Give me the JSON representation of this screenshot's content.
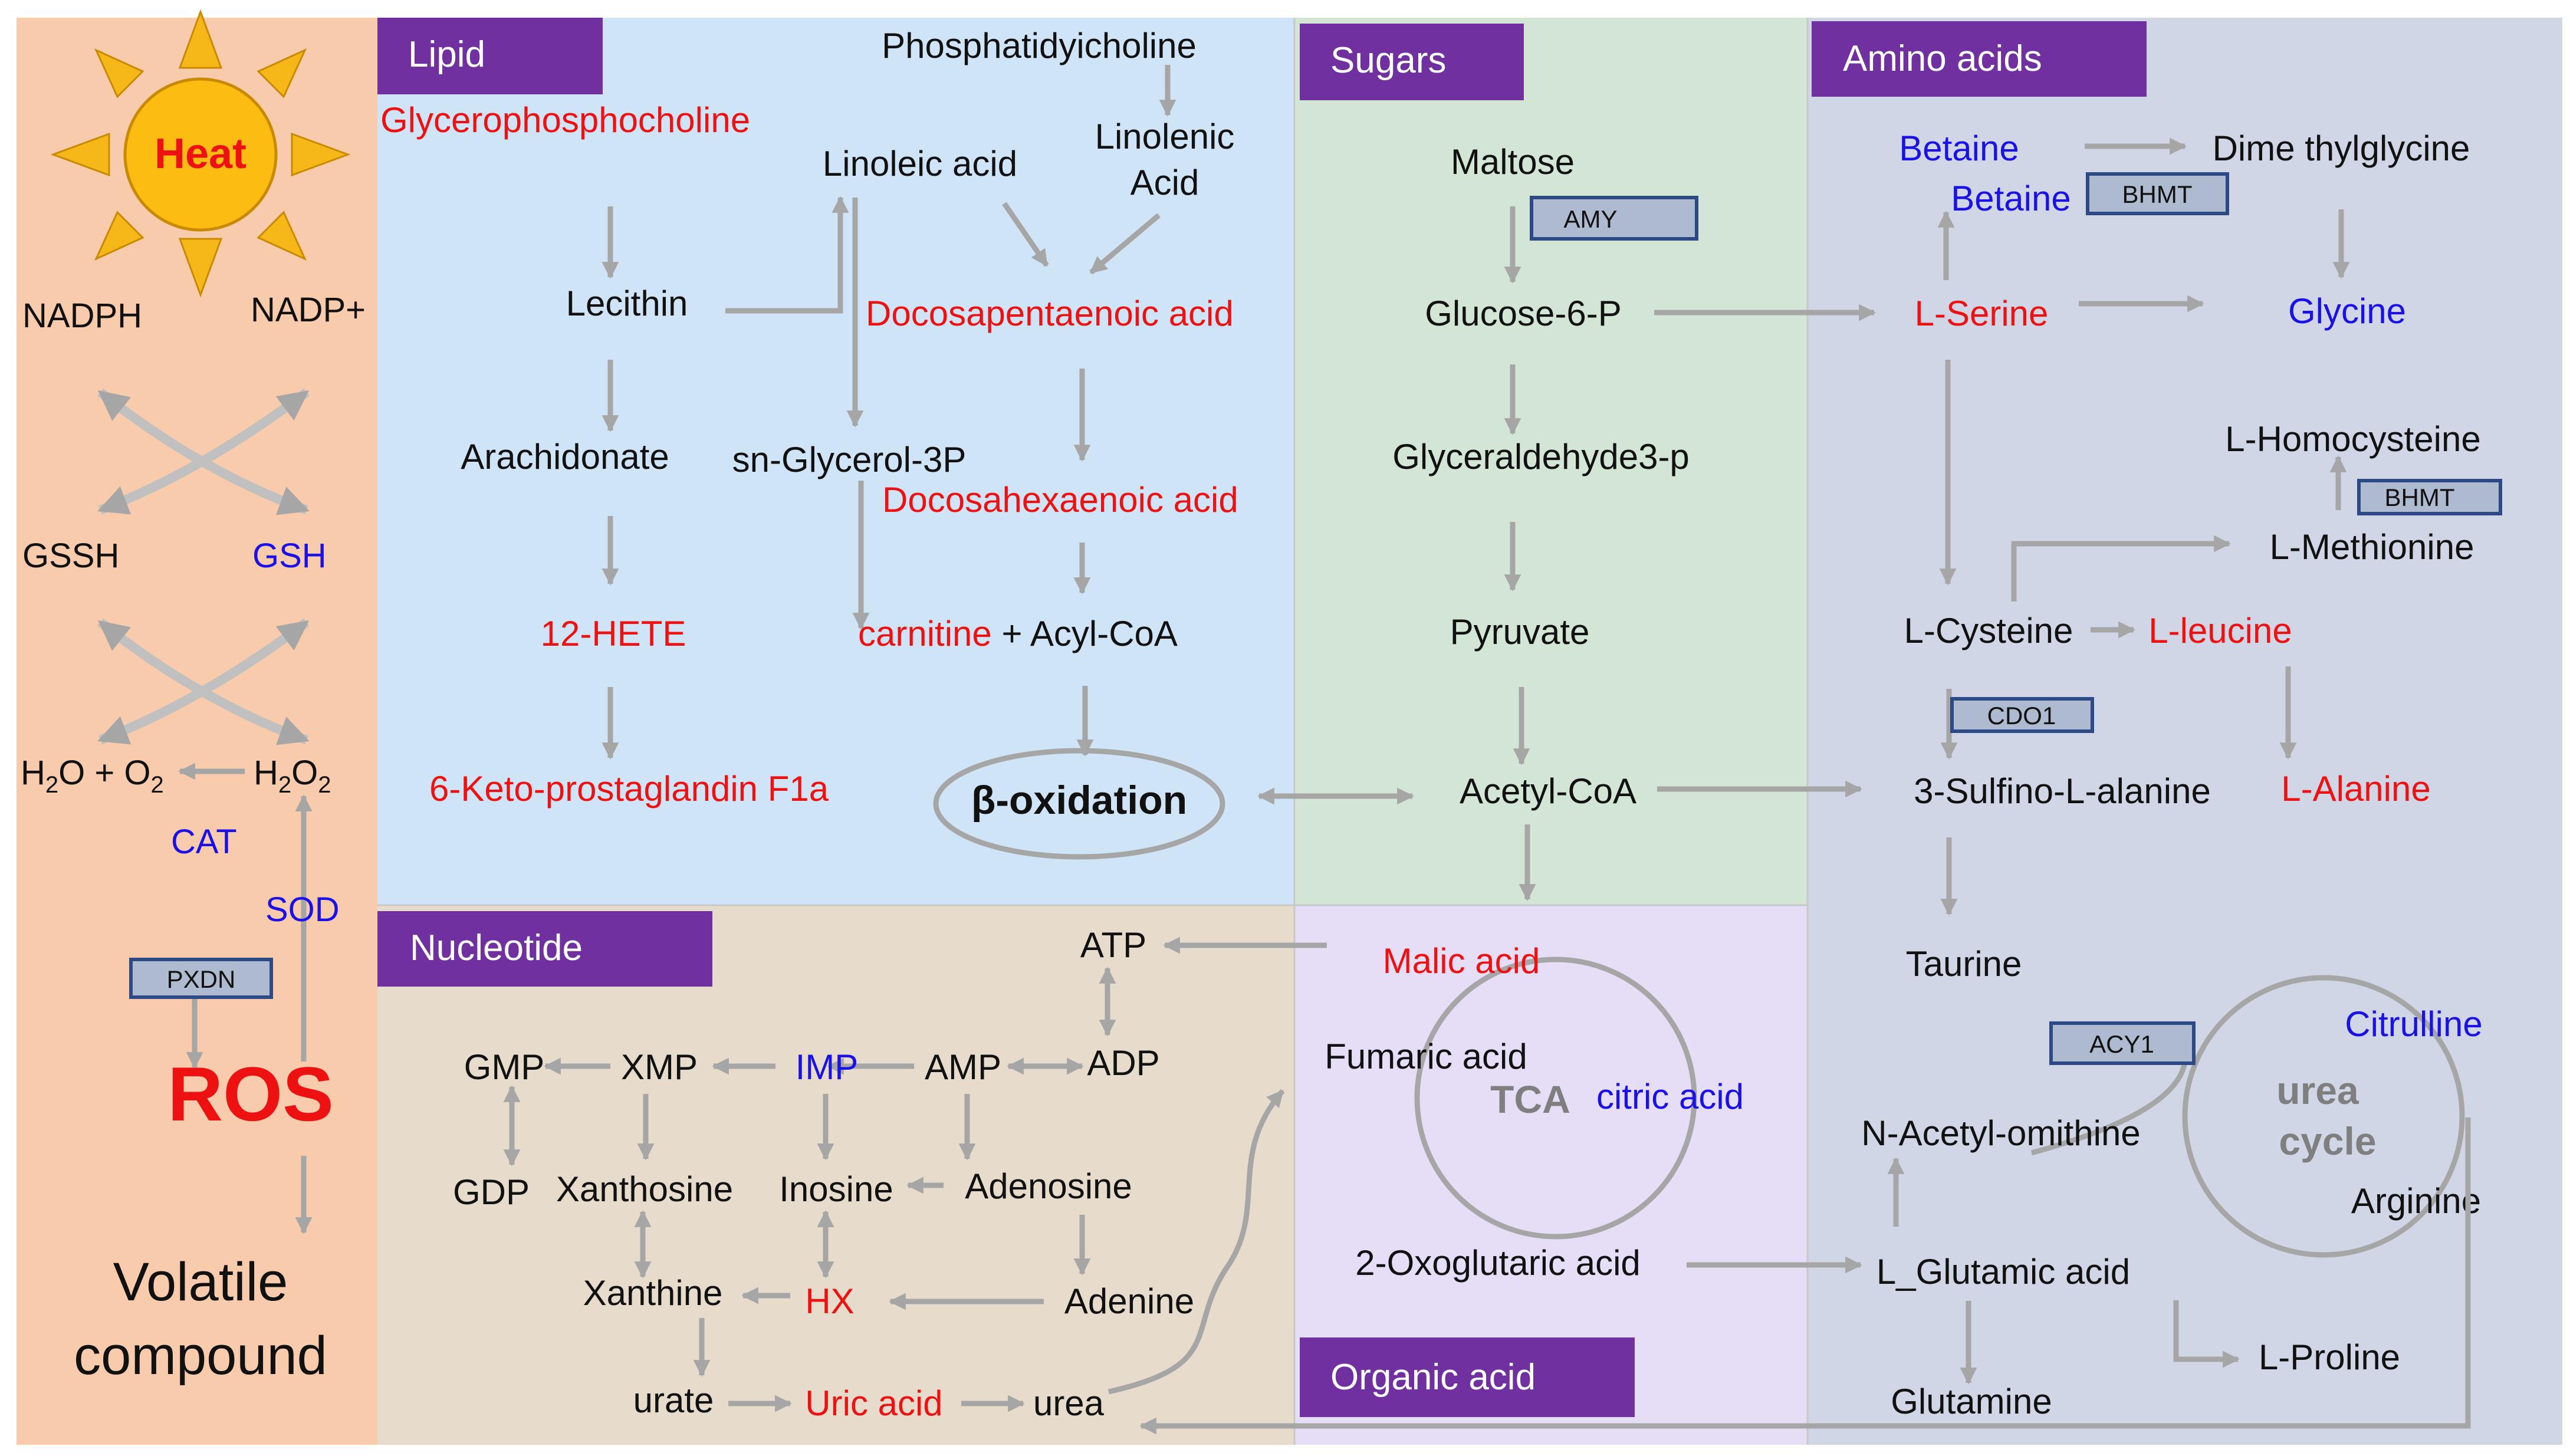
{
  "colors": {
    "redox_bg": "#f7cbab",
    "lipid_bg": "#cfe4f6",
    "sugars_bg": "#d3e6d5",
    "amino_bg": "#d0d6e5",
    "nucleotide_bg": "#e7dccb",
    "organic_bg": "#e6ddf6",
    "header_purple": "#7030a0",
    "red": "#ee1111",
    "blue": "#1a10e8",
    "black": "#111111",
    "arrow_gray": "#a6a6a6",
    "enzyme_fill": "#aebad0",
    "enzyme_border": "#2e4a86",
    "sun_fill": "#fcbc11",
    "sun_stroke": "#c98a00",
    "sun_ray": "#f6b819"
  },
  "sections": {
    "lipid": "Lipid",
    "sugars": "Sugars",
    "amino_acids": "Amino acids",
    "nucleotide": "Nucleotide",
    "organic_acid": "Organic acid"
  },
  "redox": {
    "heat": "Heat",
    "nadph": "NADPH",
    "nadp": "NADP+",
    "gssh": "GSSH",
    "gsh": "GSH",
    "h2o_o2": [
      "H",
      "2",
      "O + O",
      "2"
    ],
    "h2o2": [
      "H",
      "2",
      "O",
      "2"
    ],
    "cat": "CAT",
    "sod": "SOD",
    "pxdn": "PXDN",
    "ros": "ROS",
    "volatile_1": "Volatile",
    "volatile_2": "compound"
  },
  "lipid": {
    "glycerophosphocholine": "Glycerophosphocholine",
    "phosphatidylcholine": "Phosphatidyicholine",
    "linoleic_acid": "Linoleic acid",
    "linolenic_1": "Linolenic",
    "linolenic_2": "Acid",
    "lecithin": "Lecithin",
    "docosapentaenoic": "Docosapentaenoic acid",
    "arachidonate": "Arachidonate",
    "sn_glycerol": "sn-Glycerol-3P",
    "docosahexaenoic": "Docosahexaenoic acid",
    "hete": "12-HETE",
    "carnitine": "carnitine",
    "acyl_coa": " + Acyl-CoA",
    "keto_prostaglandin": "6-Keto-prostaglandin F1a",
    "beta_oxidation": "β-oxidation"
  },
  "sugars": {
    "maltose": "Maltose",
    "amy": "AMY",
    "glucose6p": "Glucose-6-P",
    "glyceraldehyde": "Glyceraldehyde3-p",
    "pyruvate": "Pyruvate",
    "acetyl_coa": "Acetyl-CoA"
  },
  "amino": {
    "betaine_top": "Betaine",
    "dimethylglycine": "Dime thylglycine",
    "betaine_2": "Betaine",
    "bhmt_1": "BHMT",
    "serine": "L-Serine",
    "glycine": "Glycine",
    "homocysteine": "L-Homocysteine",
    "bhmt_2": "BHMT",
    "methionine": "L-Methionine",
    "cysteine": "L-Cysteine",
    "leucine": "L-leucine",
    "cdo1": "CDO1",
    "sulfino": "3-Sulfino-L-alanine",
    "alanine": "L-Alanine",
    "taurine": "Taurine",
    "acy1": "ACY1",
    "citrulline": "Citrulline",
    "urea_1": "urea",
    "urea_2": "cycle",
    "acetylornithine": "N-Acetyl-omithine",
    "arginine": "Arginine",
    "glutamic": "L_Glutamic acid",
    "proline": "L-Proline",
    "glutamine": "Glutamine"
  },
  "nucleotide": {
    "atp": "ATP",
    "gmp": "GMP",
    "xmp": "XMP",
    "imp": "IMP",
    "amp": "AMP",
    "adp": "ADP",
    "gdp": "GDP",
    "xanthosine": "Xanthosine",
    "inosine": "Inosine",
    "adenosine": "Adenosine",
    "xanthine": "Xanthine",
    "hx": "HX",
    "adenine": "Adenine",
    "urate": "urate",
    "uric_acid": "Uric acid",
    "urea": "urea"
  },
  "organic": {
    "malic": "Malic acid",
    "fumaric": "Fumaric acid",
    "tca": "TCA",
    "citric": "citric acid",
    "oxoglutaric": "2-Oxoglutaric acid"
  }
}
